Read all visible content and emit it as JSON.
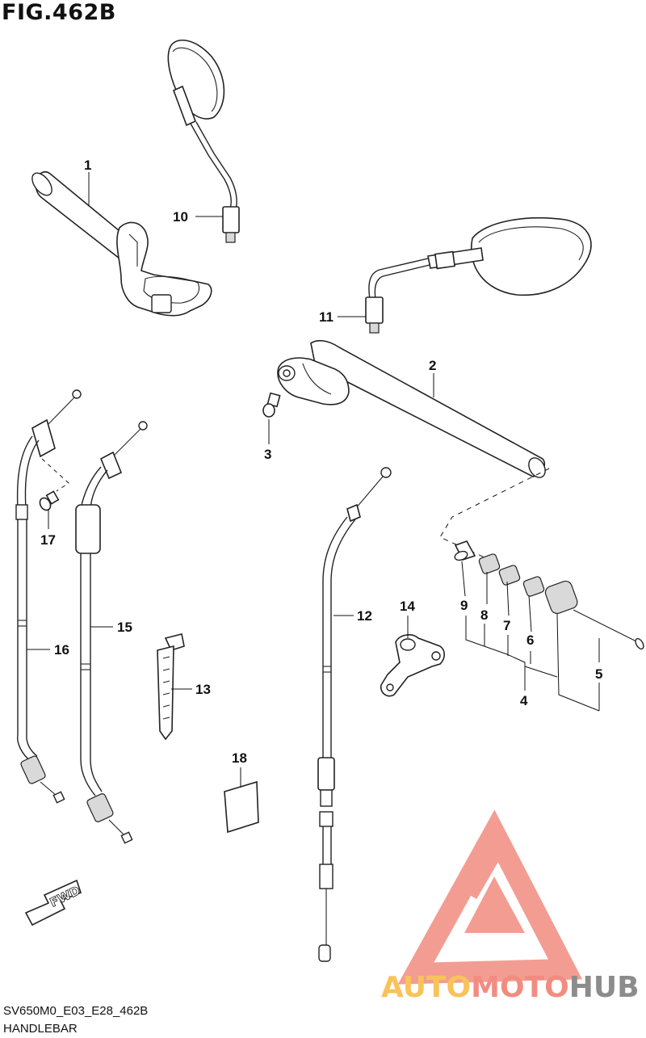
{
  "figure": {
    "title": "FIG.462B"
  },
  "callouts": [
    {
      "id": "c1",
      "text": "1"
    },
    {
      "id": "c2",
      "text": "2"
    },
    {
      "id": "c3",
      "text": "3"
    },
    {
      "id": "c4",
      "text": "4"
    },
    {
      "id": "c5",
      "text": "5"
    },
    {
      "id": "c6",
      "text": "6"
    },
    {
      "id": "c7",
      "text": "7"
    },
    {
      "id": "c8",
      "text": "8"
    },
    {
      "id": "c9",
      "text": "9"
    },
    {
      "id": "c10",
      "text": "10"
    },
    {
      "id": "c11",
      "text": "11"
    },
    {
      "id": "c12",
      "text": "12"
    },
    {
      "id": "c13",
      "text": "13"
    },
    {
      "id": "c14",
      "text": "14"
    },
    {
      "id": "c15",
      "text": "15"
    },
    {
      "id": "c16",
      "text": "16"
    },
    {
      "id": "c17",
      "text": "17"
    },
    {
      "id": "c18",
      "text": "18"
    }
  ],
  "fwd_label": "FWD",
  "footer": {
    "code": "SV650M0_E03_E28_462B",
    "caption": "HANDLEBAR"
  },
  "watermark": {
    "part1": "AUTO",
    "part2": "MOTO",
    "part3": "HUB",
    "color_main": "#f0a090",
    "color_accent": "#f7c35a",
    "color_dark": "#8c8c8c"
  }
}
